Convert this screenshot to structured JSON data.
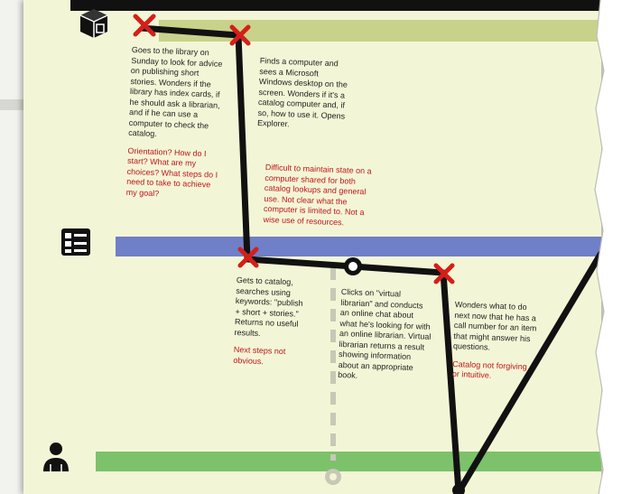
{
  "lanes": [
    {
      "name": "computer",
      "icon": "computer-cube-icon"
    },
    {
      "name": "online-catalog",
      "icon": "catalog-list-icon"
    },
    {
      "name": "person",
      "icon": "person-icon"
    }
  ],
  "colors": {
    "sheet": "#f3f6d6",
    "lane_top": "#c9d28a",
    "lane_mid": "#6f7fc8",
    "lane_bottom": "#7cc26b",
    "pain": "#c0141b",
    "path": "#111111"
  },
  "notes": {
    "n1": {
      "text": "Goes to the library on Sunday to look for advice on publishing short stories. Wonders if the library has index cards, if he should ask a librarian, and if he can use a computer to check the catalog.",
      "pain": "Orientation? How do I start? What are my choices? What steps do I need to take to achieve my goal?"
    },
    "n2": {
      "text": "Finds a computer and sees a Microsoft Windows desktop on the screen. Wonders if it's a catalog computer and, if so, how to use it. Opens Explorer.",
      "pain": "Difficult to maintain state on a computer shared for both catalog lookups and general use. Not clear what the computer is limited to. Not a wise use of resources."
    },
    "n3": {
      "text": "Gets to catalog, searches using keywords: \"publish + short + stories.\" Returns no useful results.",
      "pain": "Next steps not obvious."
    },
    "n4": {
      "text": "Clicks on \"virtual librarian\" and conducts an online chat about what he's looking for with an online librarian. Virtual librarian returns a result showing information about an appropriate book."
    },
    "n5": {
      "text": "Wonders what to do next now that he has a call number for an item that might answer his questions.",
      "pain": "Catalog not forgiving or intuitive."
    }
  }
}
